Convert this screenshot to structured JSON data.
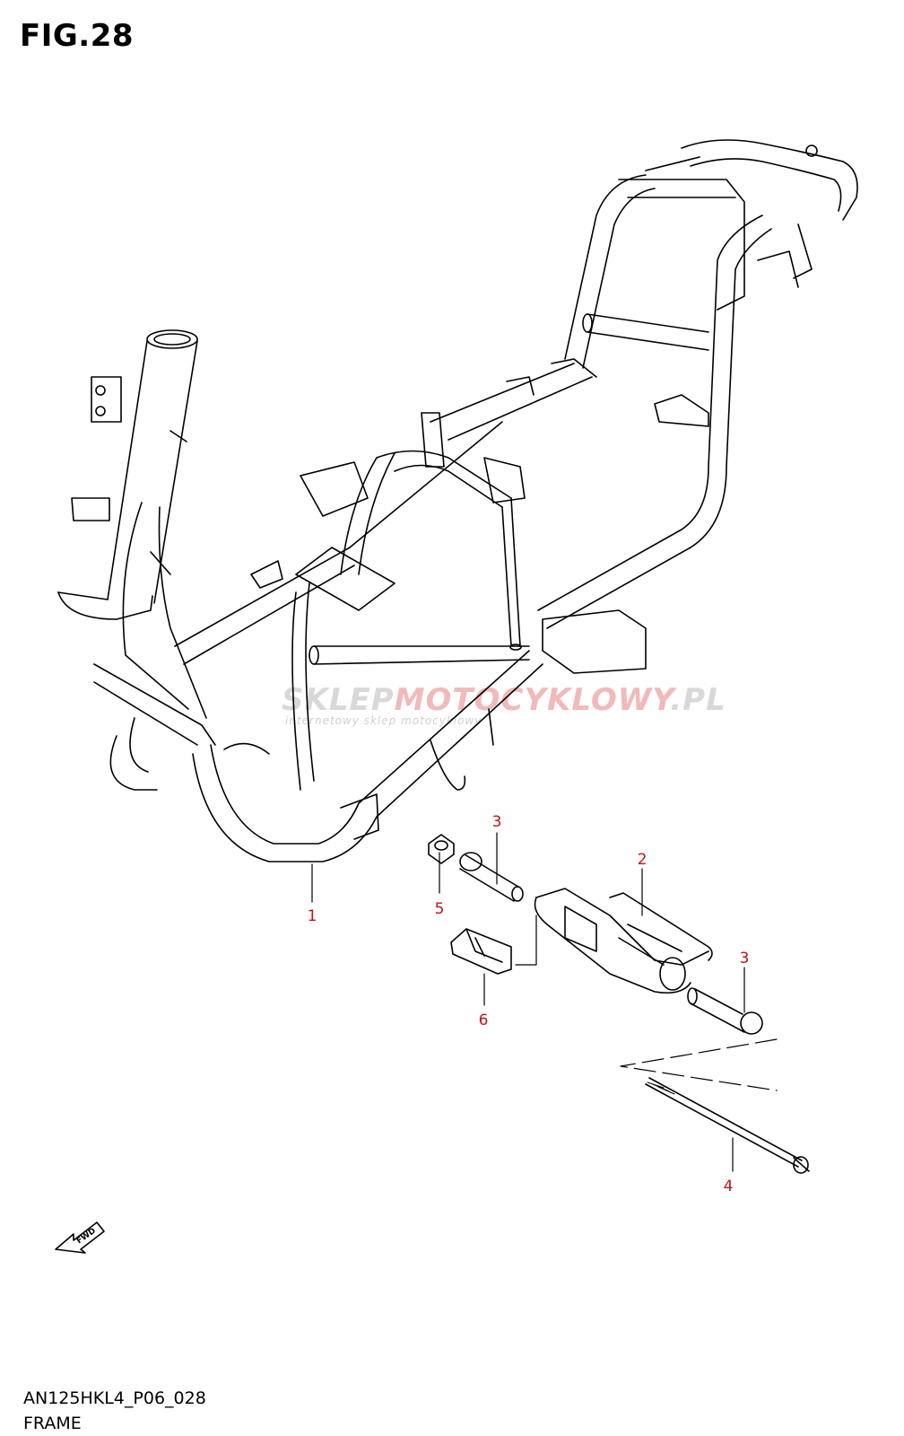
{
  "figure": {
    "title": "FIG.28",
    "code": "AN125HKL4_P06_028",
    "caption": "FRAME"
  },
  "callouts": [
    {
      "label": "1"
    },
    {
      "label": "2"
    },
    {
      "label": "3"
    },
    {
      "label": "3"
    },
    {
      "label": "4"
    },
    {
      "label": "5"
    },
    {
      "label": "6"
    }
  ],
  "watermark": {
    "brand_main": "SKLEP",
    "brand_accent": "MOTOCYKLOWY",
    "brand_suffix": ".PL",
    "tagline": "internetowy sklep motocyklowy"
  },
  "fwd_arrow": {
    "label": "FWD",
    "icon": "fwd-arrow-icon"
  },
  "colors": {
    "callout": "#c0141b",
    "line": "#000000",
    "background": "#ffffff"
  }
}
